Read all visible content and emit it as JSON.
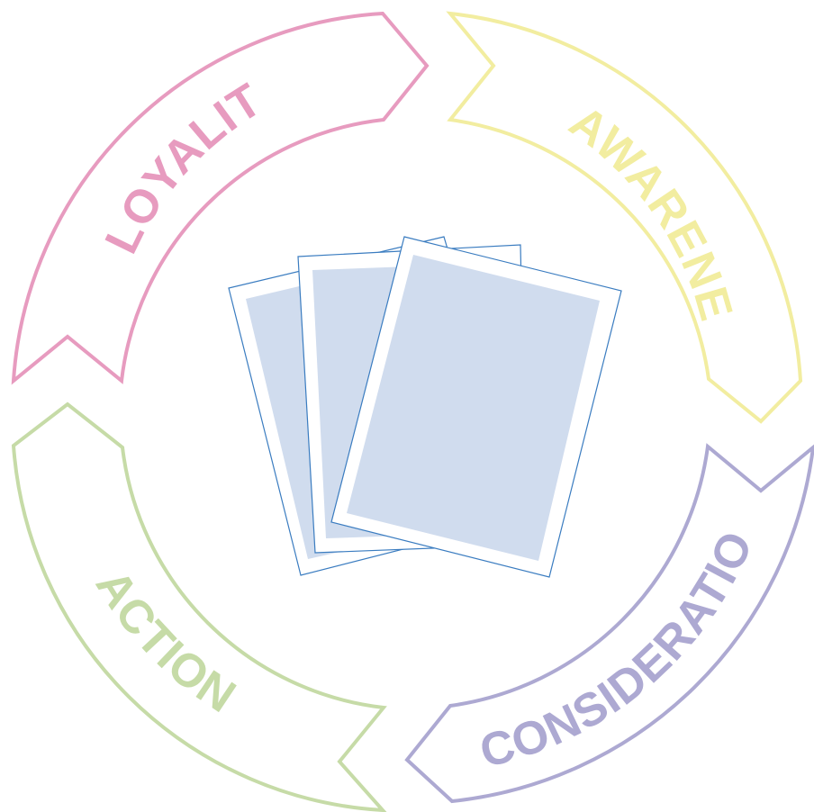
{
  "cycle": {
    "stages": [
      {
        "id": "awareness",
        "label": "AWARENESS",
        "color": "#f2eda0"
      },
      {
        "id": "consideration",
        "label": "CONSIDERATION",
        "color": "#ada9d2"
      },
      {
        "id": "action",
        "label": "ACTION",
        "color": "#c6dba7"
      },
      {
        "id": "loyality",
        "label": "LOYALITY",
        "color": "#e79bbf"
      }
    ]
  },
  "center": {
    "icon": "document-stack-icon",
    "outline_color": "#3a7cc0",
    "fill_color": "#d0dcee"
  }
}
